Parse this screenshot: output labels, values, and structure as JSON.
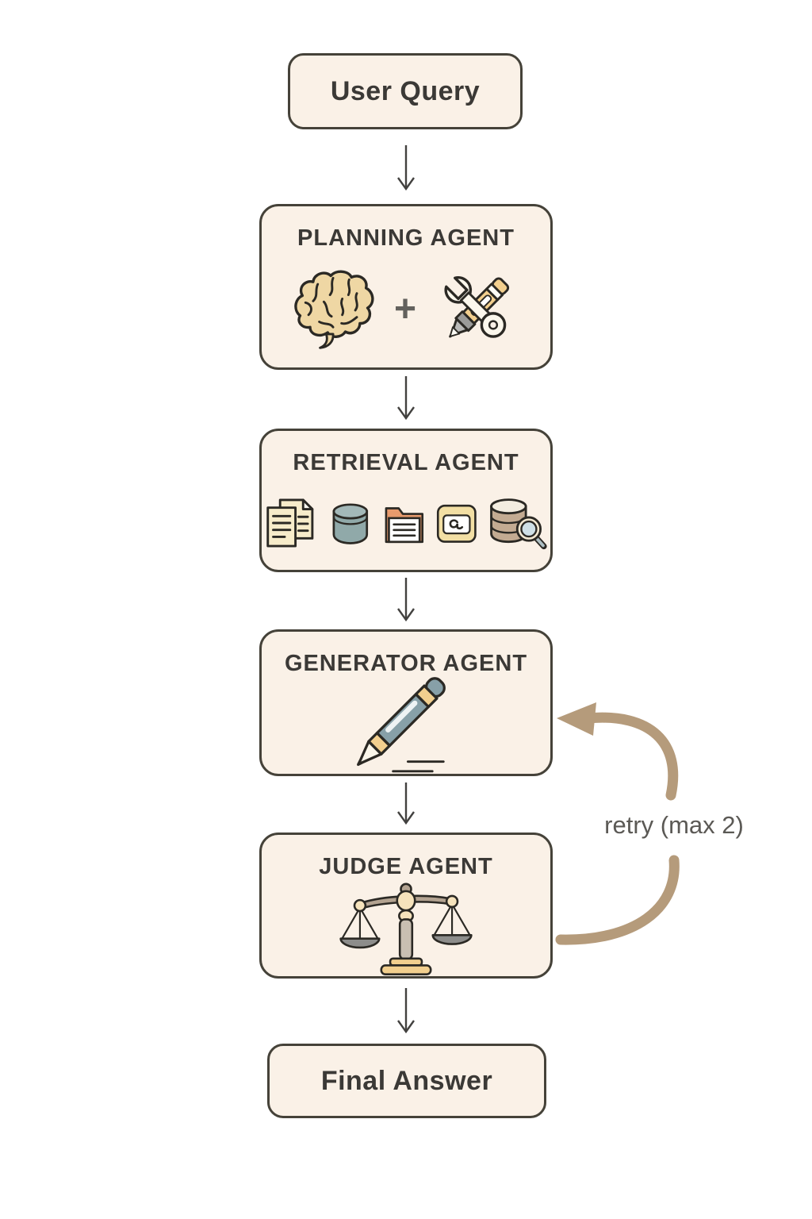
{
  "colors": {
    "background": "#ffffff",
    "box_fill": "#faf1e7",
    "box_border": "#454239",
    "label_text": "#3b3936",
    "flow_arrow": "#42413f",
    "retry_arrow": "#b59b7b",
    "retry_text": "#5b5955"
  },
  "diagram": {
    "nodes": [
      {
        "id": "user-query",
        "label": "User Query",
        "type": "terminal"
      },
      {
        "id": "planning-agent",
        "label": "PLANNING AGENT",
        "type": "agent",
        "icons": [
          "brain-icon",
          "plus-sign",
          "wrench-pencil-icon"
        ]
      },
      {
        "id": "retrieval-agent",
        "label": "RETRIEVAL AGENT",
        "type": "agent",
        "icons": [
          "documents-icon",
          "database-icon",
          "folder-icon",
          "image-icon",
          "database-search-icon"
        ]
      },
      {
        "id": "generator-agent",
        "label": "GENERATOR AGENT",
        "type": "agent",
        "icons": [
          "pen-icon"
        ]
      },
      {
        "id": "judge-agent",
        "label": "JUDGE AGENT",
        "type": "agent",
        "icons": [
          "scales-icon"
        ]
      },
      {
        "id": "final-answer",
        "label": "Final Answer",
        "type": "terminal"
      }
    ],
    "plus_sign": "+",
    "retry_label": "retry (max 2)",
    "edges": [
      {
        "from": "user-query",
        "to": "planning-agent",
        "style": "straight-down"
      },
      {
        "from": "planning-agent",
        "to": "retrieval-agent",
        "style": "straight-down"
      },
      {
        "from": "retrieval-agent",
        "to": "generator-agent",
        "style": "straight-down"
      },
      {
        "from": "generator-agent",
        "to": "judge-agent",
        "style": "straight-down"
      },
      {
        "from": "judge-agent",
        "to": "final-answer",
        "style": "straight-down"
      },
      {
        "from": "judge-agent",
        "to": "generator-agent",
        "style": "curved-tan-loop",
        "label": "retry (max 2)"
      }
    ]
  }
}
